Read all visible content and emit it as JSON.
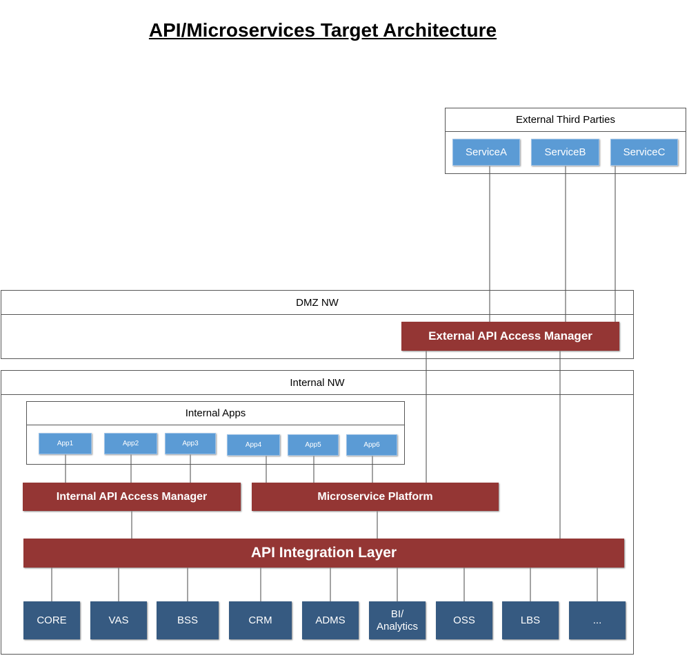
{
  "title": "API/Microservices Target Architecture",
  "external": {
    "label": "External Third Parties",
    "services": [
      "ServiceA",
      "ServiceB",
      "ServiceC"
    ]
  },
  "dmz": {
    "label": "DMZ NW",
    "ext_manager": "External API Access Manager"
  },
  "internal": {
    "label": "Internal NW",
    "apps_label": "Internal Apps",
    "apps": [
      "App1",
      "App2",
      "App3",
      "App4",
      "App5",
      "App6"
    ],
    "int_manager": "Internal API Access Manager",
    "microservice": "Microservice Platform",
    "integration": "API Integration Layer",
    "systems": [
      "CORE",
      "VAS",
      "BSS",
      "CRM",
      "ADMS",
      "BI/\nAnalytics",
      "OSS",
      "LBS",
      "..."
    ]
  },
  "colors": {
    "service_blue": "#5b9bd5",
    "manager_red": "#943634",
    "system_navy": "#365a81"
  }
}
